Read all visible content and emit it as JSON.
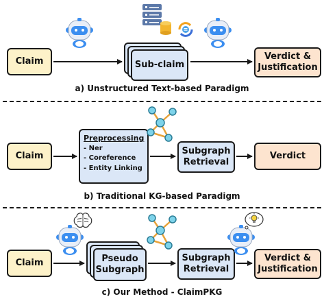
{
  "section_a": {
    "claim": "Claim",
    "subclaim": "Sub-claim",
    "verdict_line1": "Verdict &",
    "verdict_line2": "Justification",
    "caption": "a) Unstructured Text-based Paradigm"
  },
  "section_b": {
    "claim": "Claim",
    "prep_title": "Preprocessing",
    "prep_items": [
      "- Ner",
      "- Coreference",
      "- Entity Linking"
    ],
    "retrieval_line1": "Subgraph",
    "retrieval_line2": "Retrieval",
    "verdict": "Verdict",
    "caption": "b) Traditional KG-based Paradigm"
  },
  "section_c": {
    "claim": "Claim",
    "pseudo_line1": "Pseudo",
    "pseudo_line2": "Subgraph",
    "retrieval_line1": "Subgraph",
    "retrieval_line2": "Retrieval",
    "verdict_line1": "Verdict &",
    "verdict_line2": "Justification",
    "caption": "c) Our Method - ClaimPKG"
  },
  "colors": {
    "claim_fill": "#fdf2c9",
    "verdict_fill": "#fde4cf",
    "process_fill": "#dbe7f7",
    "graph_node": "#7ed3ea",
    "graph_edge": "#e8a33a",
    "robot_body": "#3b8ef0"
  },
  "icons": [
    "robot-icon",
    "database-icon",
    "refresh-icon",
    "graph-icon",
    "brain-icon",
    "lightbulb-icon"
  ]
}
